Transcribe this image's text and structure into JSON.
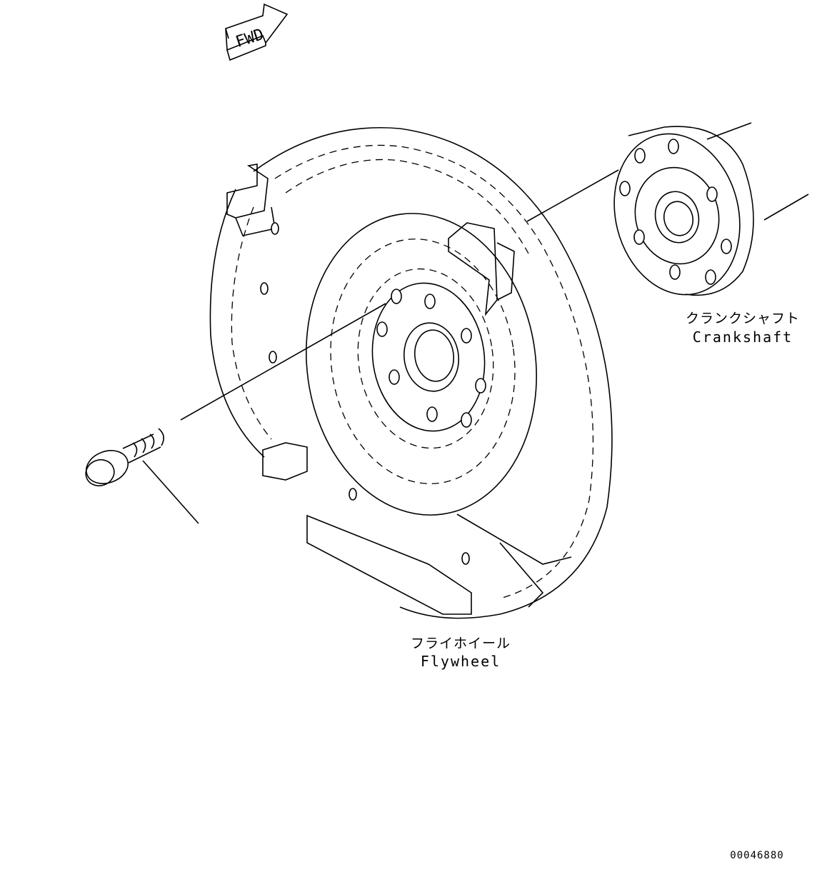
{
  "fwd_arrow": {
    "text": "FWD"
  },
  "labels": {
    "crankshaft_jp": "クランクシャフト",
    "crankshaft_en": "Crankshaft",
    "flywheel_jp": "フライホイール",
    "flywheel_en": "Flywheel"
  },
  "drawing_number": "00046880"
}
